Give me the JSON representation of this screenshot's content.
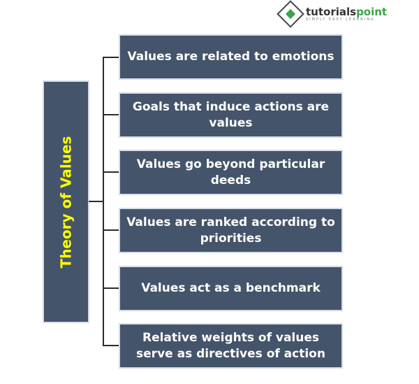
{
  "logo": {
    "name_a": "tutorials",
    "name_b": "point",
    "tagline": "SIMPLY EASY LEARNING"
  },
  "root": "Theory of Values",
  "items": [
    "Values are related to emotions",
    "Goals that induce actions are values",
    "Values go beyond particular deeds",
    "Values are ranked according to priorities",
    "Values act as a benchmark",
    "Relative weights of values serve as directives of action"
  ],
  "colors": {
    "box": "#44546a",
    "root_text": "#ffff00",
    "text": "#ffffff"
  }
}
